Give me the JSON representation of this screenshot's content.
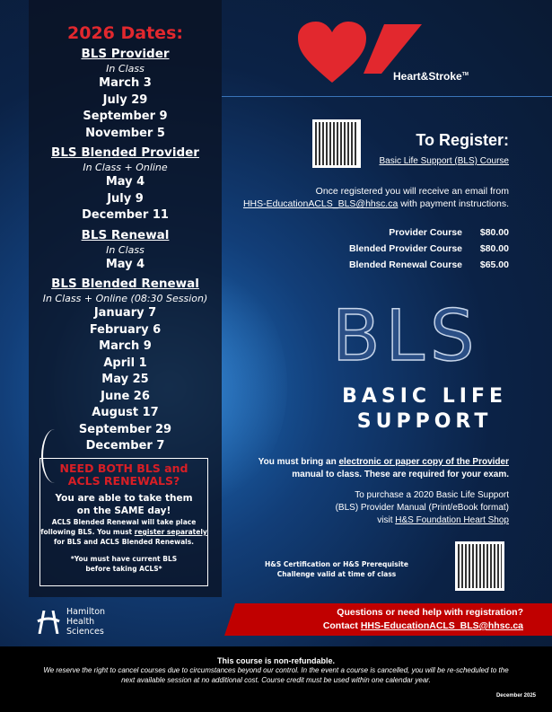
{
  "left": {
    "title": "2026 Dates:",
    "sections": [
      {
        "heading": "BLS Provider",
        "sub": "In Class",
        "dates": [
          "March 3",
          "July 29",
          "September 9",
          "November 5"
        ]
      },
      {
        "heading": "BLS Blended Provider",
        "sub": "In Class + Online",
        "dates": [
          "May 4",
          "July 9",
          "December 11"
        ]
      },
      {
        "heading": "BLS Renewal",
        "sub": "In Class",
        "dates": [
          "May 4"
        ]
      },
      {
        "heading": "BLS Blended Renewal",
        "sub": "In Class + Online (08:30 Session)",
        "dates": [
          "January 7",
          "February 6",
          "March 9",
          "April 1",
          "May 25",
          "June 26",
          "August 17",
          "September 29",
          "December 7"
        ]
      }
    ]
  },
  "callout": {
    "title1": "NEED BOTH BLS and",
    "title2": "ACLS RENEWALS?",
    "line1": "You are able to take them",
    "line2": "on the SAME day!",
    "body1": "ACLS Blended Renewal will take place",
    "body2a": "following BLS. You must ",
    "body2link": "register separately",
    "body3": "for BLS and ACLS Blended Renewals.",
    "note1": "*You must have current BLS",
    "note2": "before taking ACLS*"
  },
  "brand": {
    "name": "Heart&Stroke",
    "tm": "TM",
    "red": "#e2282e"
  },
  "register": {
    "title": "To Register:",
    "link": "Basic Life Support (BLS) Course",
    "line1": "Once registered you will receive an email from",
    "email": "HHS-EducationACLS_BLS@hhsc.ca",
    "line2": " with payment instructions."
  },
  "prices": [
    {
      "label": "Provider Course",
      "value": "$80.00"
    },
    {
      "label": "Blended Provider Course",
      "value": "$80.00"
    },
    {
      "label": "Blended Renewal Course",
      "value": "$65.00"
    }
  ],
  "hero": {
    "big": "BLS",
    "line1": "BASIC LIFE",
    "line2": "SUPPORT"
  },
  "manual": {
    "a": "You must bring an ",
    "link": "electronic or paper copy of the Provider",
    "b": "manual to class. These are required for your exam.",
    "p1": "To purchase a 2020 Basic Life Support",
    "p2": "(BLS) Provider Manual (Print/eBook format)",
    "p3": "visit ",
    "shop": "H&S Foundation Heart Shop"
  },
  "cert": {
    "l1": "H&S Certification or H&S Prerequisite",
    "l2": "Challenge valid at time of class"
  },
  "help": {
    "q": "Questions or need help with registration?",
    "contact": "Contact ",
    "email": "HHS-EducationACLS_BLS@hhsc.ca"
  },
  "hhs": {
    "l1": "Hamilton",
    "l2": "Health",
    "l3": "Sciences"
  },
  "footer": {
    "a": "This course is non-refundable.",
    "b": "We reserve the right to cancel courses due to circumstances beyond our control. In the event a course is cancelled, you will be re-scheduled to the next available session at no additional cost. Course credit must be used within one calendar year.",
    "date": "December 2025"
  }
}
